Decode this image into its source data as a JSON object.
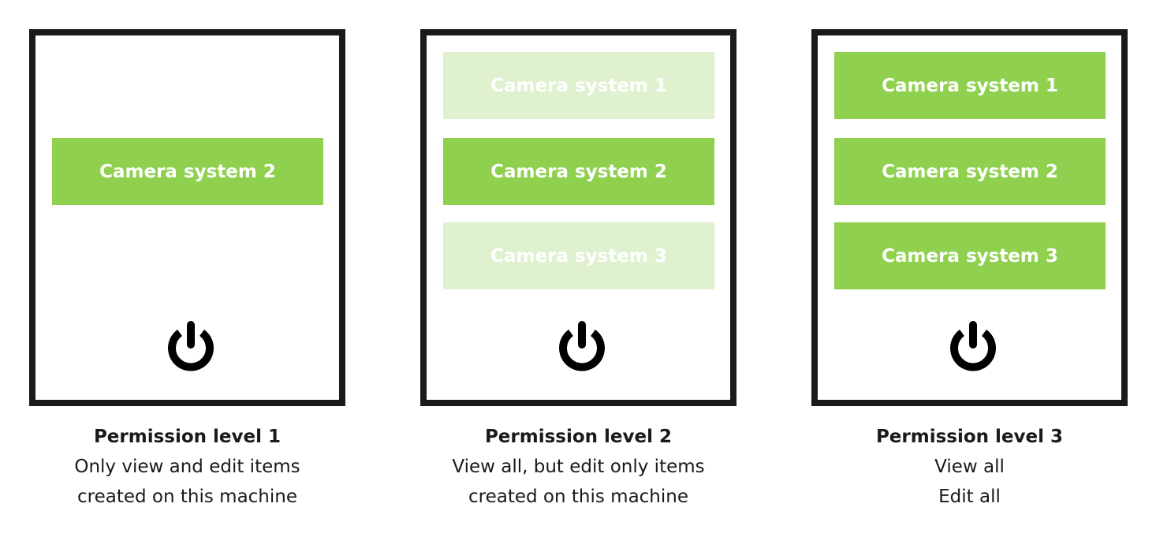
{
  "colors": {
    "enabled": "#8fd14f",
    "disabled": "#dff1cf",
    "frame": "#1a1a1a"
  },
  "panels": [
    {
      "title": "Permission level 1",
      "desc": [
        "Only view and edit items",
        "created on this machine"
      ],
      "buttons": [
        {
          "label": "Camera system 2",
          "state": "enabled"
        }
      ],
      "icon": "power-icon"
    },
    {
      "title": "Permission level 2",
      "desc": [
        "View all, but edit only items",
        "created on this machine"
      ],
      "buttons": [
        {
          "label": "Camera system 1",
          "state": "disabled"
        },
        {
          "label": "Camera system 2",
          "state": "enabled"
        },
        {
          "label": "Camera system 3",
          "state": "disabled"
        }
      ],
      "icon": "power-icon"
    },
    {
      "title": "Permission level 3",
      "desc": [
        "View all",
        "Edit all"
      ],
      "buttons": [
        {
          "label": "Camera system 1",
          "state": "enabled"
        },
        {
          "label": "Camera system 2",
          "state": "enabled"
        },
        {
          "label": "Camera system 3",
          "state": "enabled"
        }
      ],
      "icon": "power-icon"
    }
  ]
}
